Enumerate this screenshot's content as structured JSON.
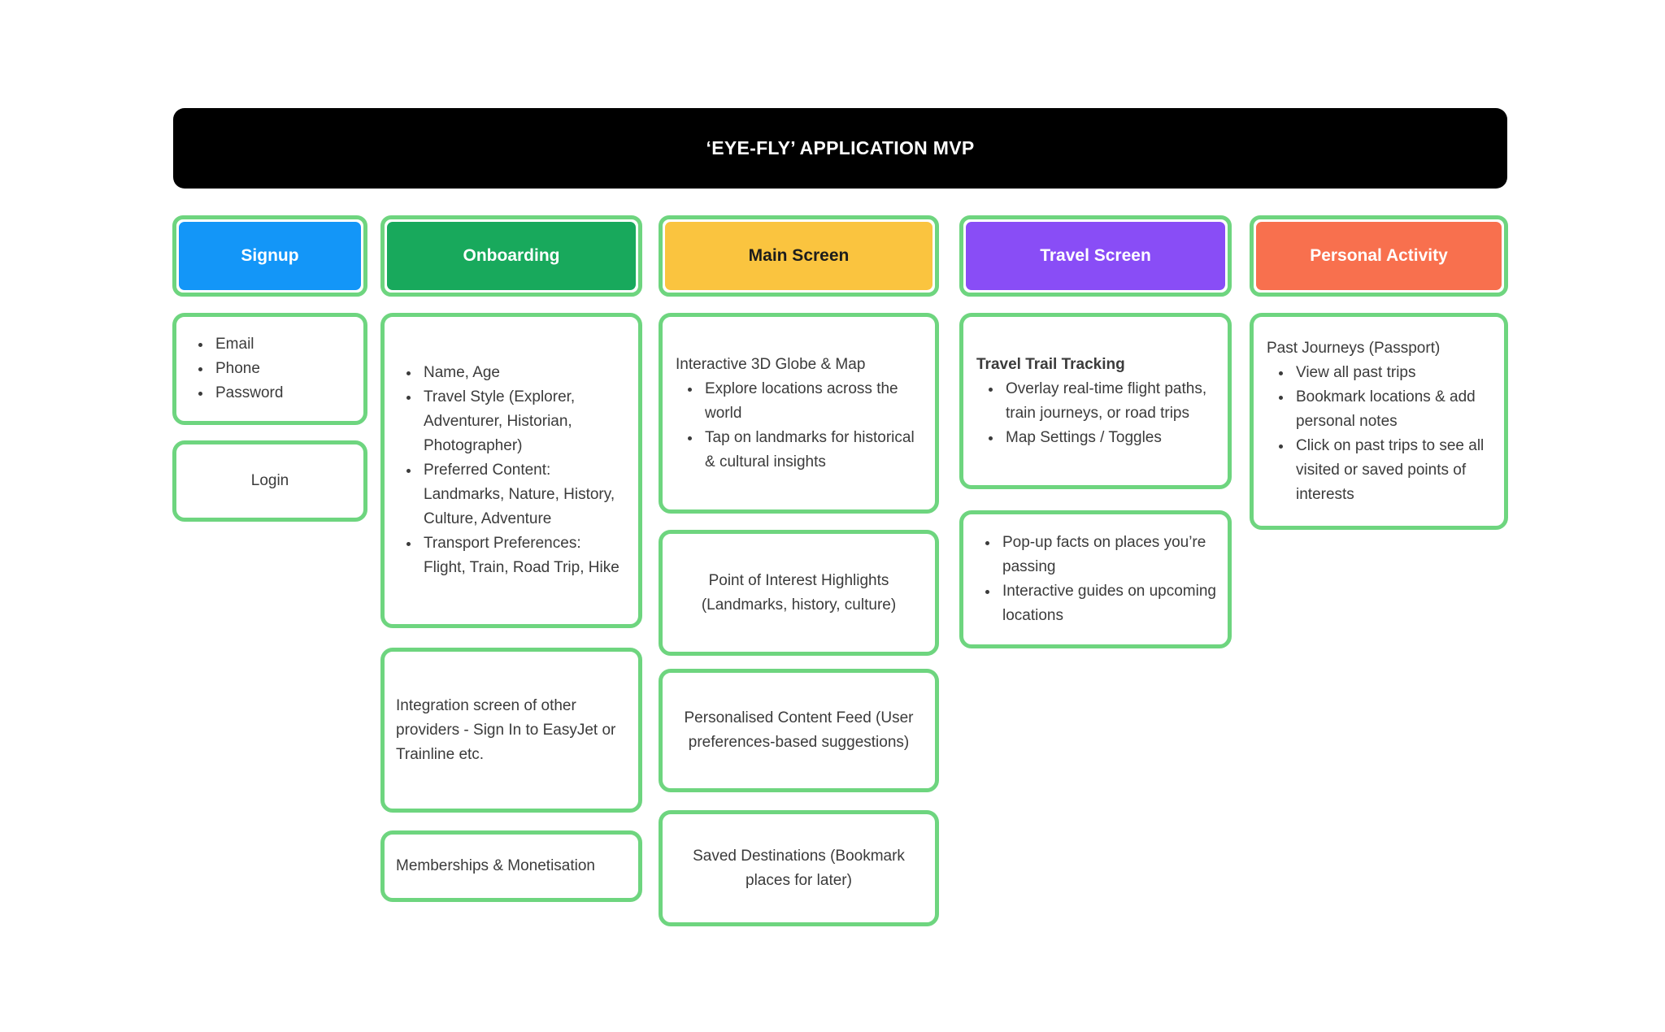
{
  "page": {
    "title": "‘EYE-FLY’ APPLICATION MVP"
  },
  "colors": {
    "title_bar_bg": "#000000",
    "title_bar_text": "#ffffff",
    "node_border": "#6ed57f",
    "body_text": "#3b3b3b"
  },
  "columns": [
    {
      "id": "signup",
      "label": "Signup",
      "header_bg": "#1396f8",
      "header_text": "#ffffff",
      "boxes": [
        {
          "kind": "bullets",
          "bullets": [
            "Email",
            "Phone",
            "Password"
          ]
        },
        {
          "kind": "center",
          "text": "Login"
        }
      ]
    },
    {
      "id": "onboarding",
      "label": "Onboarding",
      "header_bg": "#18a95c",
      "header_text": "#ffffff",
      "boxes": [
        {
          "kind": "bullets",
          "bullets": [
            "Name, Age",
            "Travel Style (Explorer, Adventurer, Historian, Photographer)",
            "Preferred Content: Landmarks, Nature, History, Culture, Adventure",
            "Transport Preferences: Flight, Train, Road Trip, Hike"
          ]
        },
        {
          "kind": "left",
          "text": "Integration screen of other providers - Sign In to EasyJet or Trainline etc."
        },
        {
          "kind": "left",
          "text": "Memberships & Monetisation"
        }
      ]
    },
    {
      "id": "main-screen",
      "label": "Main Screen",
      "header_bg": "#fac43f",
      "header_text": "#1c1c1c",
      "boxes": [
        {
          "kind": "titled-bullets",
          "title": "Interactive 3D Globe & Map",
          "bullets": [
            "Explore locations across the world",
            "Tap on landmarks for historical & cultural insights"
          ]
        },
        {
          "kind": "center",
          "text": "Point of Interest Highlights (Landmarks, history, culture)"
        },
        {
          "kind": "center",
          "text": "Personalised Content Feed (User preferences-based suggestions)"
        },
        {
          "kind": "center",
          "text": "Saved Destinations (Bookmark places for later)"
        }
      ]
    },
    {
      "id": "travel-screen",
      "label": "Travel Screen",
      "header_bg": "#894df6",
      "header_text": "#ffffff",
      "boxes": [
        {
          "kind": "titled-bullets",
          "title": "Travel Trail Tracking",
          "title_emphasis": true,
          "bullets": [
            "Overlay real-time flight paths, train journeys, or road trips",
            "Map Settings / Toggles"
          ]
        },
        {
          "kind": "bullets",
          "bullets": [
            "Pop-up facts on places you’re passing",
            "Interactive guides on upcoming locations"
          ]
        }
      ]
    },
    {
      "id": "personal-activity",
      "label": "Personal Activity",
      "header_bg": "#f8704e",
      "header_text": "#ffffff",
      "boxes": [
        {
          "kind": "titled-bullets",
          "title": "Past Journeys (Passport)",
          "bullets": [
            "View all past trips",
            "Bookmark locations & add personal notes",
            "Click on past trips to see all visited or saved points of interests"
          ]
        }
      ]
    }
  ]
}
